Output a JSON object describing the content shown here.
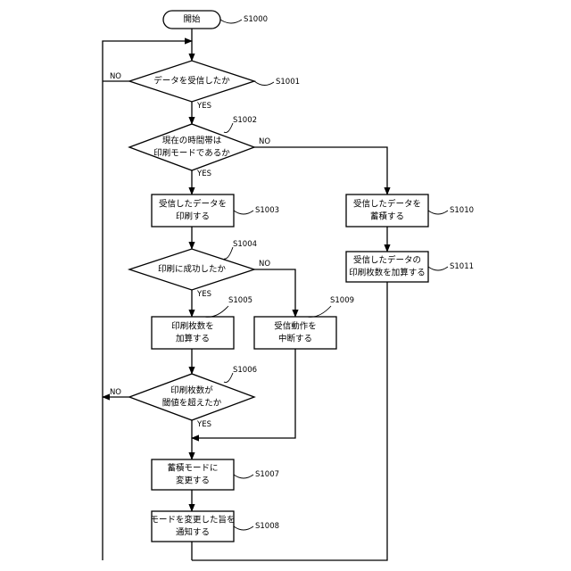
{
  "nodes": {
    "start": {
      "lines": [
        "開始"
      ],
      "step": "S1000"
    },
    "s1001": {
      "lines": [
        "データを受信したか"
      ],
      "step": "S1001"
    },
    "s1002": {
      "lines": [
        "現在の時間帯は",
        "印刷モードであるか"
      ],
      "step": "S1002"
    },
    "s1003": {
      "lines": [
        "受信したデータを",
        "印刷する"
      ],
      "step": "S1003"
    },
    "s1004": {
      "lines": [
        "印刷に成功したか"
      ],
      "step": "S1004"
    },
    "s1005": {
      "lines": [
        "印刷枚数を",
        "加算する"
      ],
      "step": "S1005"
    },
    "s1006": {
      "lines": [
        "印刷枚数が",
        "閾値を超えたか"
      ],
      "step": "S1006"
    },
    "s1007": {
      "lines": [
        "蓄積モードに",
        "変更する"
      ],
      "step": "S1007"
    },
    "s1008": {
      "lines": [
        "モードを変更した旨を",
        "通知する"
      ],
      "step": "S1008"
    },
    "s1009": {
      "lines": [
        "受信動作を",
        "中断する"
      ],
      "step": "S1009"
    },
    "s1010": {
      "lines": [
        "受信したデータを",
        "蓄積する"
      ],
      "step": "S1010"
    },
    "s1011": {
      "lines": [
        "受信したデータの",
        "印刷枚数を加算する"
      ],
      "step": "S1011"
    }
  },
  "branches": {
    "s1001_no": "NO",
    "s1001_yes": "YES",
    "s1002_no": "NO",
    "s1002_yes": "YES",
    "s1004_no": "NO",
    "s1004_yes": "YES",
    "s1006_no": "NO",
    "s1006_yes": "YES"
  }
}
